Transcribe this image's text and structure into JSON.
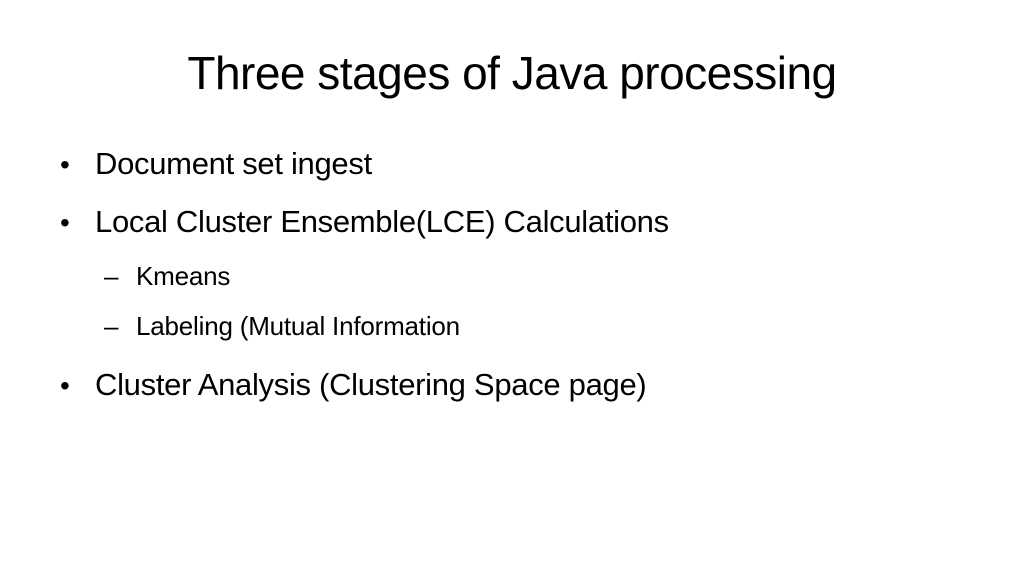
{
  "slide": {
    "title": "Three stages of Java processing",
    "bullet_marker": "•",
    "sub_marker": "–",
    "bullets": [
      "Document set ingest",
      "Local Cluster Ensemble(LCE) Calculations",
      "Cluster Analysis (Clustering Space page)"
    ],
    "sub_bullets": [
      "Kmeans",
      "Labeling (Mutual Information"
    ]
  }
}
